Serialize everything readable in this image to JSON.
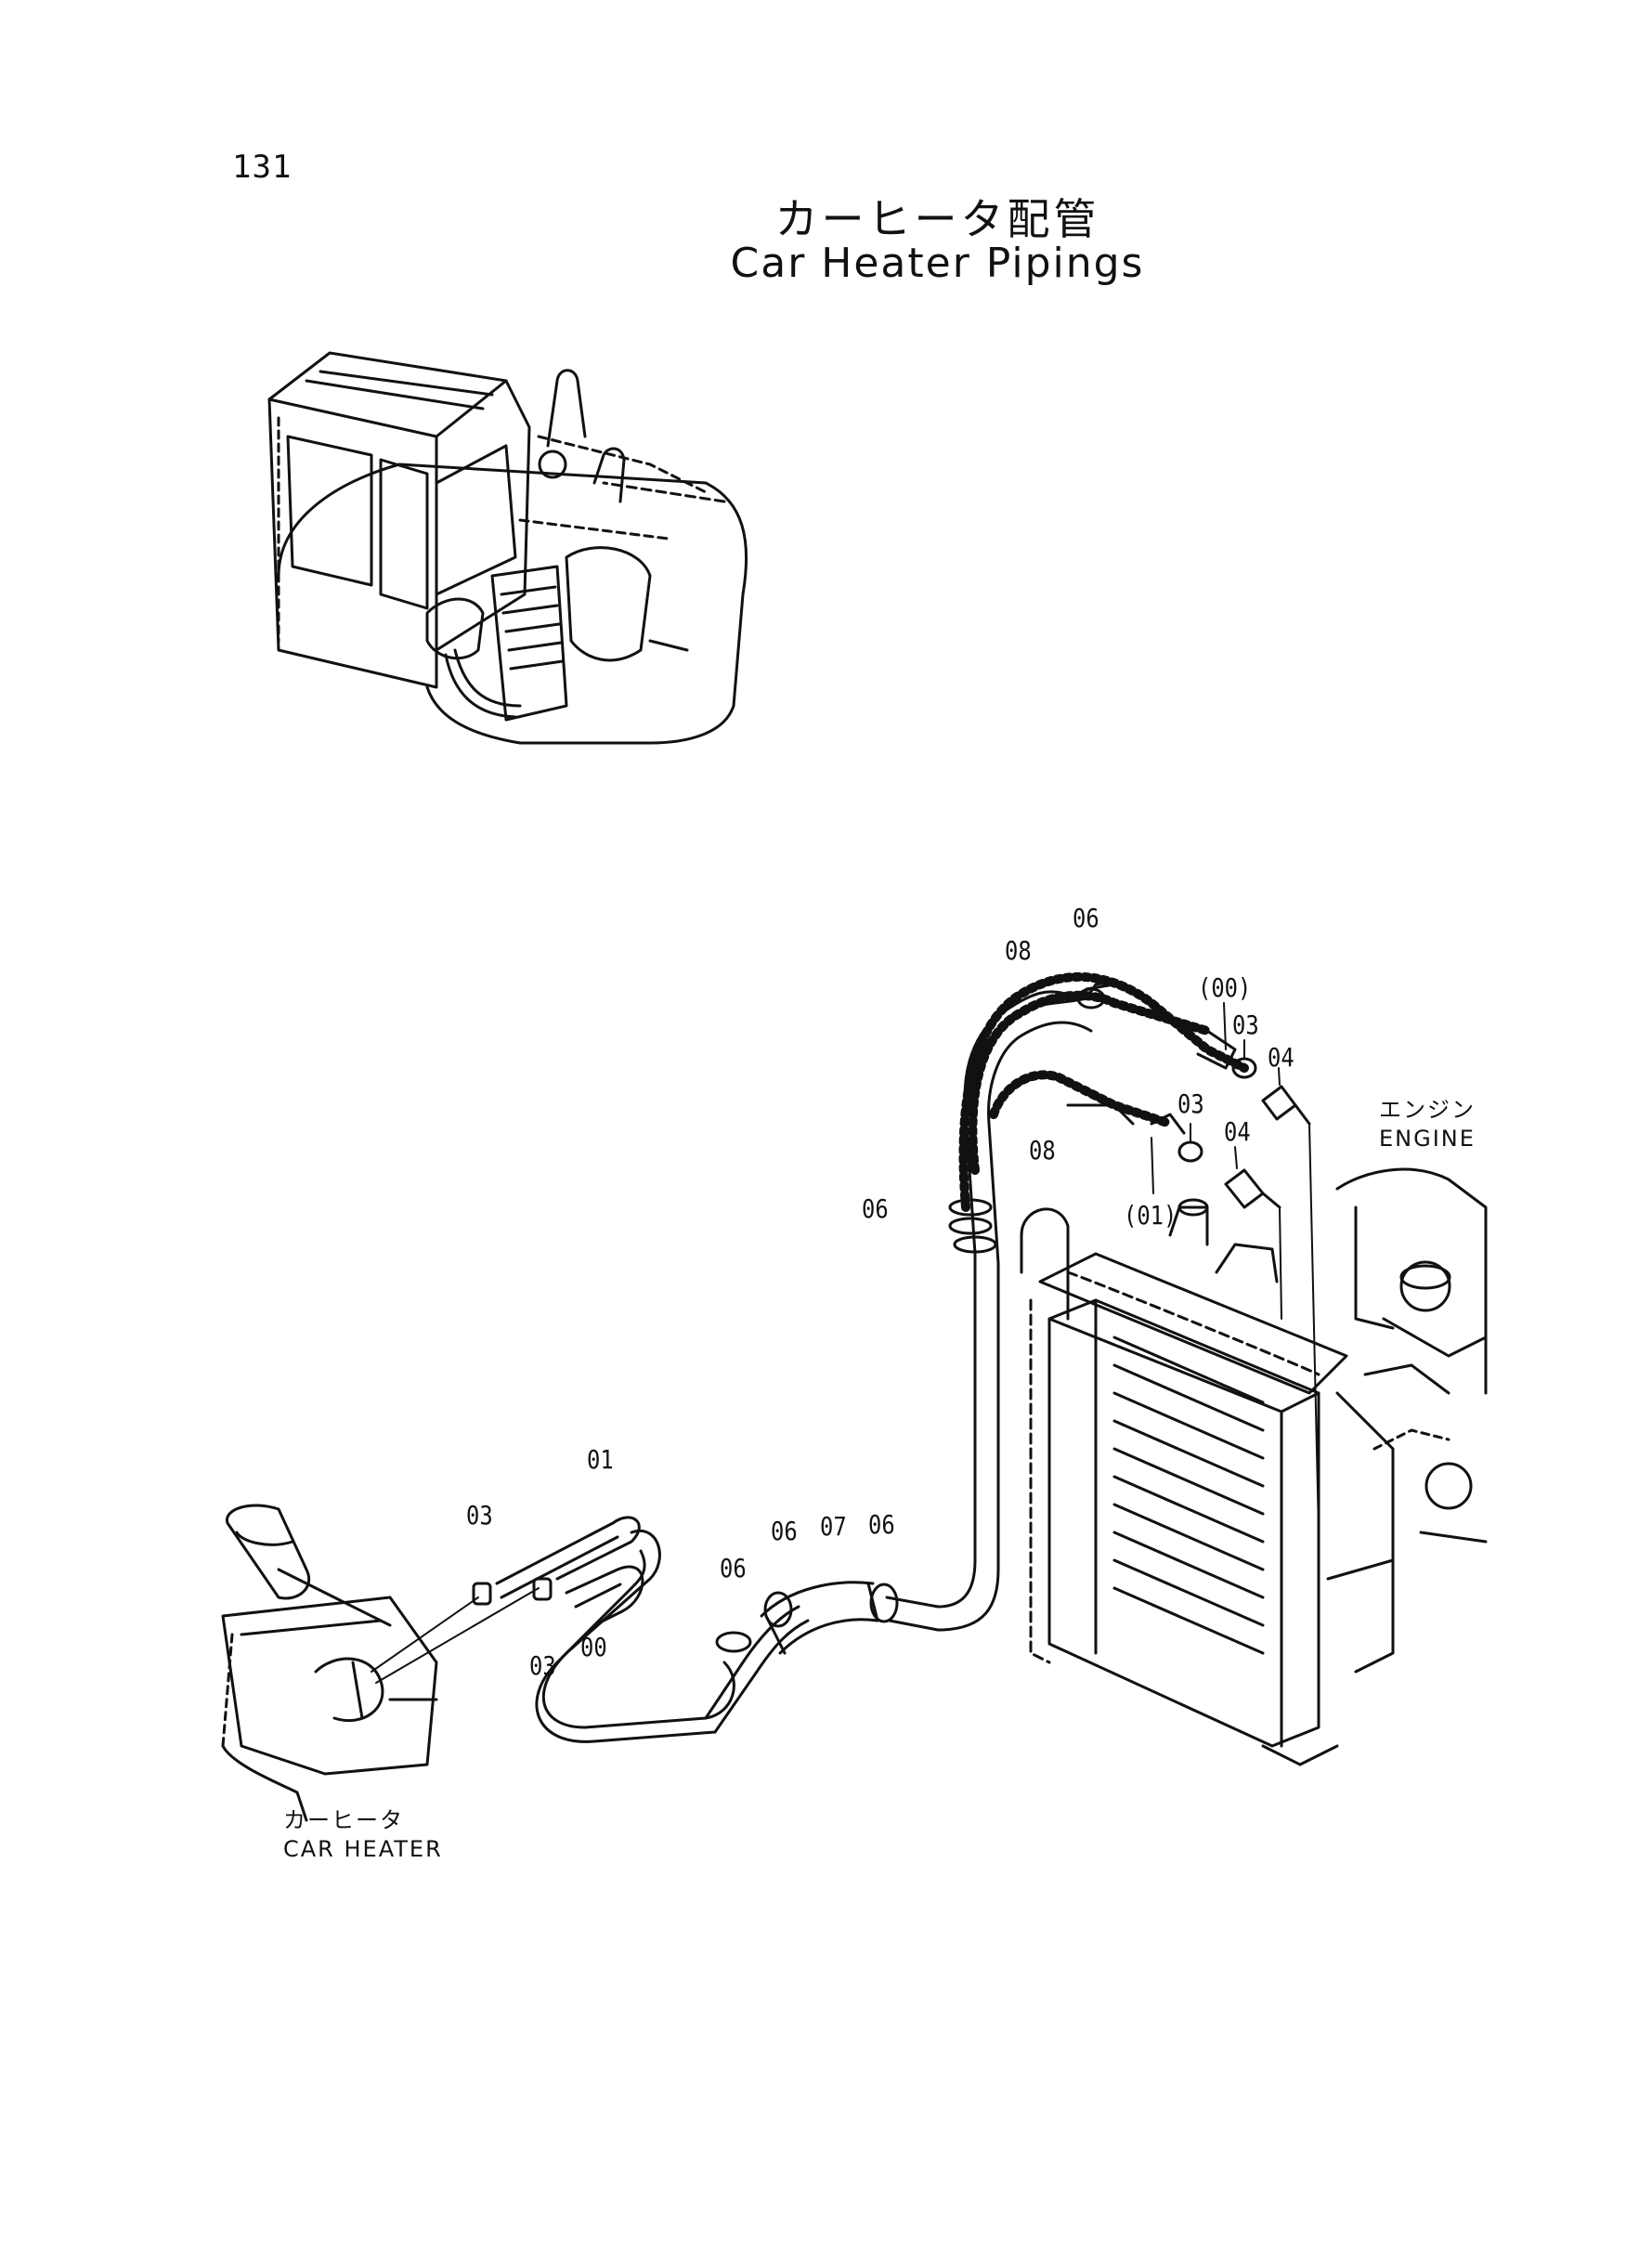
{
  "page_number": "131",
  "title": {
    "japanese": "カーヒータ配管",
    "english": "Car Heater Pipings"
  },
  "labels": {
    "engine_jp": "エンジン",
    "engine_en": "ENGINE",
    "car_heater_jp": "カーヒータ",
    "car_heater_en": "CAR HEATER"
  },
  "callouts": {
    "c06_top": "06",
    "c08_upper": "08",
    "c00_paren": "(00)",
    "c03_upper": "03",
    "c04_upper": "04",
    "c03_mid": "03",
    "c04_mid": "04",
    "c08_lower": "08",
    "c01_paren": "(01)",
    "c06_left": "06",
    "c01_bottom": "01",
    "c03_left": "03",
    "c03_lower": "03",
    "c00_bottom": "00",
    "c06_a": "06",
    "c07": "07",
    "c06_b": "06",
    "c06_c": "06"
  }
}
